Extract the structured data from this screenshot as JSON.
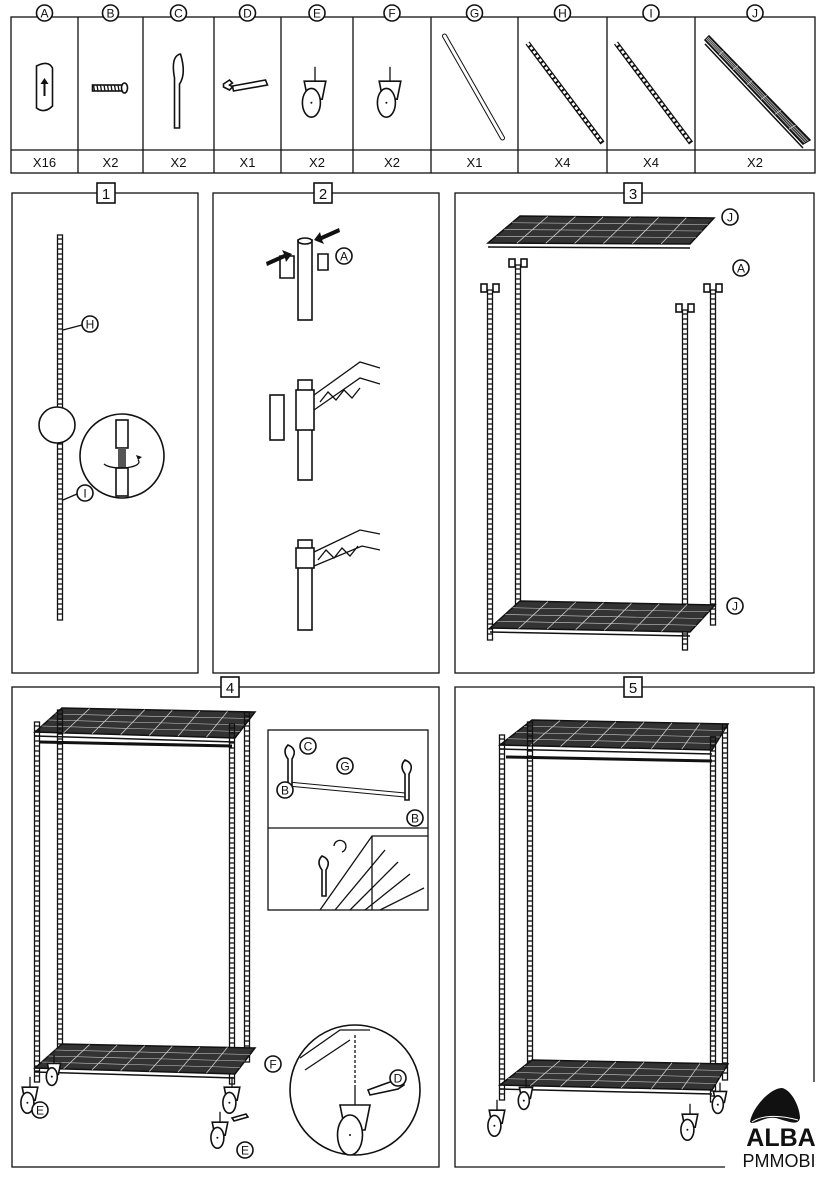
{
  "parts": [
    {
      "letter": "A",
      "qty": "X16",
      "icon": "pole-clip-icon"
    },
    {
      "letter": "B",
      "qty": "X2",
      "icon": "screw-icon"
    },
    {
      "letter": "C",
      "qty": "X2",
      "icon": "hook-bracket-icon"
    },
    {
      "letter": "D",
      "qty": "X1",
      "icon": "wrench-icon"
    },
    {
      "letter": "E",
      "qty": "X2",
      "icon": "caster-icon"
    },
    {
      "letter": "F",
      "qty": "X2",
      "icon": "caster-brake-icon"
    },
    {
      "letter": "G",
      "qty": "X1",
      "icon": "hanging-rod-icon"
    },
    {
      "letter": "H",
      "qty": "X4",
      "icon": "pole-upper-icon"
    },
    {
      "letter": "I",
      "qty": "X4",
      "icon": "pole-lower-icon"
    },
    {
      "letter": "J",
      "qty": "X2",
      "icon": "wire-shelf-icon"
    }
  ],
  "steps": [
    {
      "number": "1",
      "callouts": [
        "H",
        "I"
      ]
    },
    {
      "number": "2",
      "callouts": [
        "A"
      ]
    },
    {
      "number": "3",
      "callouts": [
        "J",
        "A",
        "J"
      ]
    },
    {
      "number": "4",
      "callouts": [
        "C",
        "G",
        "B",
        "B",
        "E",
        "F",
        "E",
        "D"
      ]
    },
    {
      "number": "5",
      "callouts": []
    }
  ],
  "logo": {
    "brand": "ALBA",
    "sub": "PMMOBI"
  }
}
